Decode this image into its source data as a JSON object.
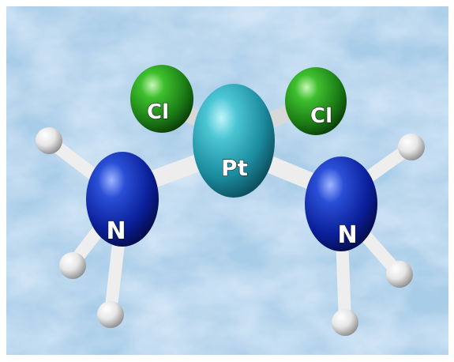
{
  "molecule": {
    "atoms": {
      "platinum": {
        "symbol": "Pt",
        "color": "#2aa6b6"
      },
      "chlorine_left": {
        "symbol": "Cl",
        "color": "#1f9a1f"
      },
      "chlorine_right": {
        "symbol": "Cl",
        "color": "#1f9a1f"
      },
      "nitrogen_left": {
        "symbol": "N",
        "color": "#0a2fa8"
      },
      "nitrogen_right": {
        "symbol": "N",
        "color": "#0a2fa8"
      },
      "hydrogen": {
        "color": "#eeeeee"
      }
    },
    "background_color": "#a8cde8"
  }
}
